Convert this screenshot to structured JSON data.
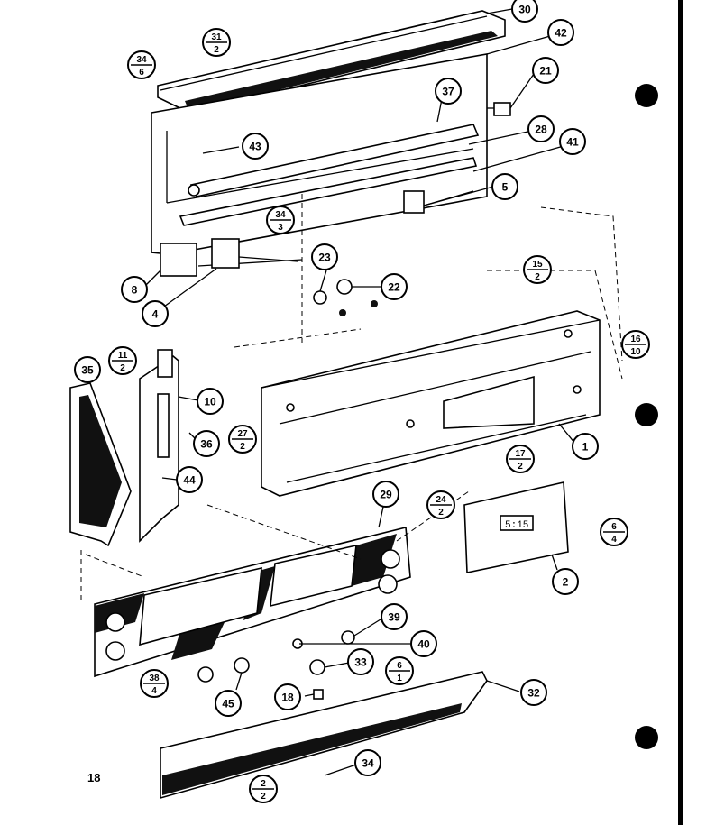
{
  "page": {
    "number": "18"
  },
  "colors": {
    "ink": "#000000",
    "paper": "#ffffff"
  },
  "callouts": [
    {
      "id": "c30",
      "label": "30"
    },
    {
      "id": "c42",
      "label": "42"
    },
    {
      "id": "c21",
      "label": "21"
    },
    {
      "id": "c37",
      "label": "37"
    },
    {
      "id": "c28",
      "label": "28"
    },
    {
      "id": "c41",
      "label": "41"
    },
    {
      "id": "c43",
      "label": "43"
    },
    {
      "id": "c5",
      "label": "5"
    },
    {
      "id": "c8",
      "label": "8"
    },
    {
      "id": "c4",
      "label": "4"
    },
    {
      "id": "c23",
      "label": "23"
    },
    {
      "id": "c22",
      "label": "22"
    },
    {
      "id": "c35",
      "label": "35"
    },
    {
      "id": "c10",
      "label": "10"
    },
    {
      "id": "c36",
      "label": "36"
    },
    {
      "id": "c44",
      "label": "44"
    },
    {
      "id": "c1",
      "label": "1"
    },
    {
      "id": "c2",
      "label": "2"
    },
    {
      "id": "c29",
      "label": "29"
    },
    {
      "id": "c39",
      "label": "39"
    },
    {
      "id": "c40",
      "label": "40"
    },
    {
      "id": "c33",
      "label": "33"
    },
    {
      "id": "c45",
      "label": "45"
    },
    {
      "id": "c18",
      "label": "18"
    },
    {
      "id": "c32",
      "label": "32"
    },
    {
      "id": "c34b",
      "label": "34"
    }
  ],
  "fraction_callouts": [
    {
      "id": "f31_2",
      "top": "31",
      "bottom": "2"
    },
    {
      "id": "f34_6",
      "top": "34",
      "bottom": "6"
    },
    {
      "id": "f34_3",
      "top": "34",
      "bottom": "3"
    },
    {
      "id": "f15_2",
      "top": "15",
      "bottom": "2"
    },
    {
      "id": "f16_10",
      "top": "16",
      "bottom": "10"
    },
    {
      "id": "f11_2",
      "top": "11",
      "bottom": "2"
    },
    {
      "id": "f27_2",
      "top": "27",
      "bottom": "2"
    },
    {
      "id": "f17_2",
      "top": "17",
      "bottom": "2"
    },
    {
      "id": "f24_2",
      "top": "24",
      "bottom": "2"
    },
    {
      "id": "f6_4",
      "top": "6",
      "bottom": "4"
    },
    {
      "id": "f38_4",
      "top": "38",
      "bottom": "4"
    },
    {
      "id": "f6_1",
      "top": "6",
      "bottom": "1"
    },
    {
      "id": "f2_2",
      "top": "2",
      "bottom": "2"
    }
  ],
  "display_readout": "5:15"
}
